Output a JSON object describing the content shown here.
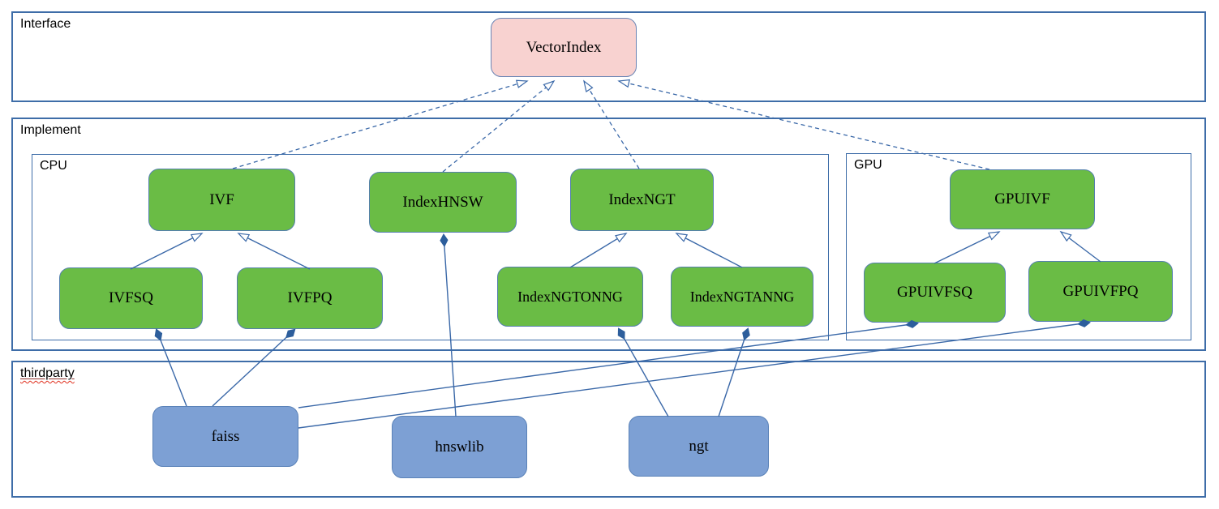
{
  "sections": {
    "interface": {
      "label": "Interface"
    },
    "implement": {
      "label": "Implement"
    },
    "cpu": {
      "label": "CPU"
    },
    "gpu": {
      "label": "GPU"
    },
    "thirdparty": {
      "label": "thirdparty"
    }
  },
  "nodes": {
    "vectorindex": {
      "label": "VectorIndex",
      "kind": "interface"
    },
    "ivf": {
      "label": "IVF",
      "kind": "cpu-implementation"
    },
    "indexhnsw": {
      "label": "IndexHNSW",
      "kind": "cpu-implementation"
    },
    "indexngt": {
      "label": "IndexNGT",
      "kind": "cpu-implementation"
    },
    "ivfsq": {
      "label": "IVFSQ",
      "kind": "cpu-implementation"
    },
    "ivfpq": {
      "label": "IVFPQ",
      "kind": "cpu-implementation"
    },
    "indexngtonng": {
      "label": "IndexNGTONNG",
      "kind": "cpu-implementation"
    },
    "indexngtanng": {
      "label": "IndexNGTANNG",
      "kind": "cpu-implementation"
    },
    "gpuivf": {
      "label": "GPUIVF",
      "kind": "gpu-implementation"
    },
    "gpuivfsq": {
      "label": "GPUIVFSQ",
      "kind": "gpu-implementation"
    },
    "gpuivfpq": {
      "label": "GPUIVFPQ",
      "kind": "gpu-implementation"
    },
    "faiss": {
      "label": "faiss",
      "kind": "thirdparty-library"
    },
    "hnswlib": {
      "label": "hnswlib",
      "kind": "thirdparty-library"
    },
    "ngt": {
      "label": "ngt",
      "kind": "thirdparty-library"
    }
  },
  "edges": [
    {
      "from": "IVF",
      "to": "VectorIndex",
      "type": "realization-dashed-hollow-arrow"
    },
    {
      "from": "IndexHNSW",
      "to": "VectorIndex",
      "type": "realization-dashed-hollow-arrow"
    },
    {
      "from": "IndexNGT",
      "to": "VectorIndex",
      "type": "realization-dashed-hollow-arrow"
    },
    {
      "from": "GPUIVF",
      "to": "VectorIndex",
      "type": "realization-dashed-hollow-arrow"
    },
    {
      "from": "IVFSQ",
      "to": "IVF",
      "type": "inheritance-hollow-arrow"
    },
    {
      "from": "IVFPQ",
      "to": "IVF",
      "type": "inheritance-hollow-arrow"
    },
    {
      "from": "IndexNGTONNG",
      "to": "IndexNGT",
      "type": "inheritance-hollow-arrow"
    },
    {
      "from": "IndexNGTANNG",
      "to": "IndexNGT",
      "type": "inheritance-hollow-arrow"
    },
    {
      "from": "GPUIVFSQ",
      "to": "GPUIVF",
      "type": "inheritance-hollow-arrow"
    },
    {
      "from": "GPUIVFPQ",
      "to": "GPUIVF",
      "type": "inheritance-hollow-arrow"
    },
    {
      "from": "IVFSQ",
      "to": "faiss",
      "type": "composition-diamond"
    },
    {
      "from": "IVFPQ",
      "to": "faiss",
      "type": "composition-diamond"
    },
    {
      "from": "GPUIVFSQ",
      "to": "faiss",
      "type": "composition-diamond"
    },
    {
      "from": "GPUIVFPQ",
      "to": "faiss",
      "type": "composition-diamond"
    },
    {
      "from": "IndexHNSW",
      "to": "hnswlib",
      "type": "composition-diamond"
    },
    {
      "from": "IndexNGTONNG",
      "to": "ngt",
      "type": "composition-diamond"
    },
    {
      "from": "IndexNGTANNG",
      "to": "ngt",
      "type": "composition-diamond"
    }
  ],
  "colors": {
    "interface_node_fill": "#f8d2d0",
    "implementation_node_fill": "#6abc45",
    "thirdparty_node_fill": "#7da0d4",
    "connector_line": "#3a68a8",
    "section_border": "#3e6da8",
    "spellcheck_squiggle": "#e0301e"
  }
}
